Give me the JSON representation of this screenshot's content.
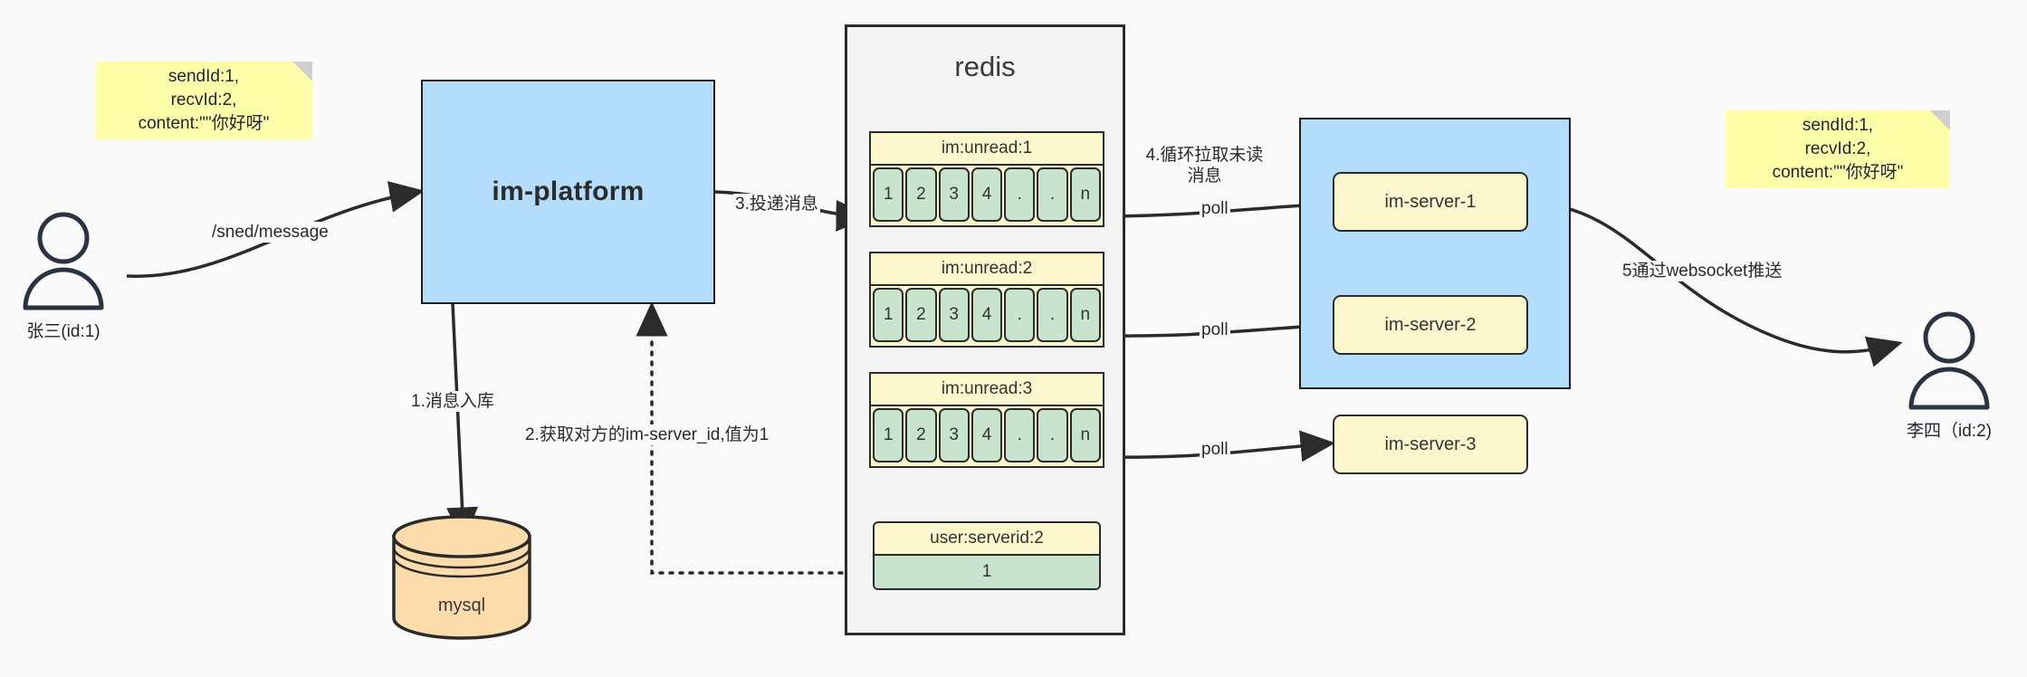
{
  "diagram": {
    "title": "IM message delivery architecture",
    "background": "#fafafa",
    "colors": {
      "note_yellow": "#ffffaa",
      "platform_blue": "#b3ddfb",
      "redis_gray": "#f4f4f4",
      "queue_yellow": "#fdf7cd",
      "cell_green": "#c9e4cd",
      "mysql_orange": "#fcdcaa",
      "stroke": "#2b2b2b"
    }
  },
  "notes": {
    "left": {
      "line1": "sendId:1,",
      "line2": "recvId:2,",
      "line3": "content:\"\"你好呀\""
    },
    "right": {
      "line1": "sendId:1,",
      "line2": "recvId:2,",
      "line3": "content:\"\"你好呀\""
    }
  },
  "actors": {
    "sender": {
      "name": "张三(id:1)",
      "icon": "user-icon"
    },
    "receiver": {
      "name": "李四（id:2)",
      "icon": "user-icon"
    }
  },
  "platform": {
    "label": "im-platform"
  },
  "database": {
    "label": "mysql",
    "icon": "database-cylinder-icon"
  },
  "redis": {
    "title": "redis",
    "queues": [
      {
        "key": "im:unread:1",
        "cells": [
          "1",
          "2",
          "3",
          "4",
          ".",
          ".",
          "n"
        ]
      },
      {
        "key": "im:unread:2",
        "cells": [
          "1",
          "2",
          "3",
          "4",
          ".",
          ".",
          "n"
        ]
      },
      {
        "key": "im:unread:3",
        "cells": [
          "1",
          "2",
          "3",
          "4",
          ".",
          ".",
          "n"
        ]
      }
    ],
    "kv": {
      "key": "user:serverid:2",
      "value": "1"
    }
  },
  "cluster": {
    "servers": [
      {
        "label": "im-server-1"
      },
      {
        "label": "im-server-2"
      },
      {
        "label": "im-server-3"
      }
    ]
  },
  "edges": {
    "send_message": "/sned/message",
    "step1": "1.消息入库",
    "step2": "2.获取对方的im-server_id,值为1",
    "step3": "3.投递消息",
    "step4": "4.循环拉取未读消息",
    "step5": "5通过websocket推送",
    "poll1": "poll",
    "poll2": "poll",
    "poll3": "poll"
  }
}
